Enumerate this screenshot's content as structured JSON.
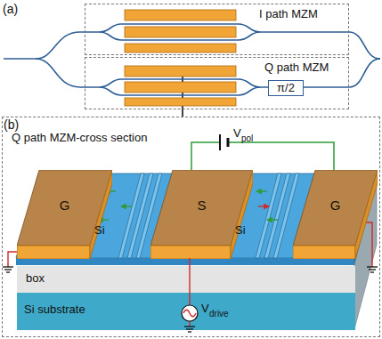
{
  "diagram": {
    "nodes": [
      {
        "text": [
          "I path MZM"
        ]
      },
      {
        "text": [
          "Q path MZM"
        ]
      },
      {
        "text": [
          "π/2"
        ],
        "in": 1
      },
      {
        "text": [
          "Q path MZM-cross section"
        ]
      },
      {
        "text": [
          "G"
        ],
        "in": 3
      },
      {
        "text": [
          "S"
        ],
        "in": 3
      },
      {
        "text": [
          "G"
        ],
        "in": 3
      },
      {
        "text": [
          "box"
        ],
        "in": 3
      },
      {
        "text": [
          "Si substrate"
        ],
        "in": 3
      }
    ],
    "edges": [
      {
        "from": 1,
        "to": 3,
        "arrow": "none"
      }
    ],
    "labels": [
      "(a)",
      "(b)",
      "V",
      "pol",
      "Si",
      "Si",
      "V",
      "drive"
    ]
  }
}
